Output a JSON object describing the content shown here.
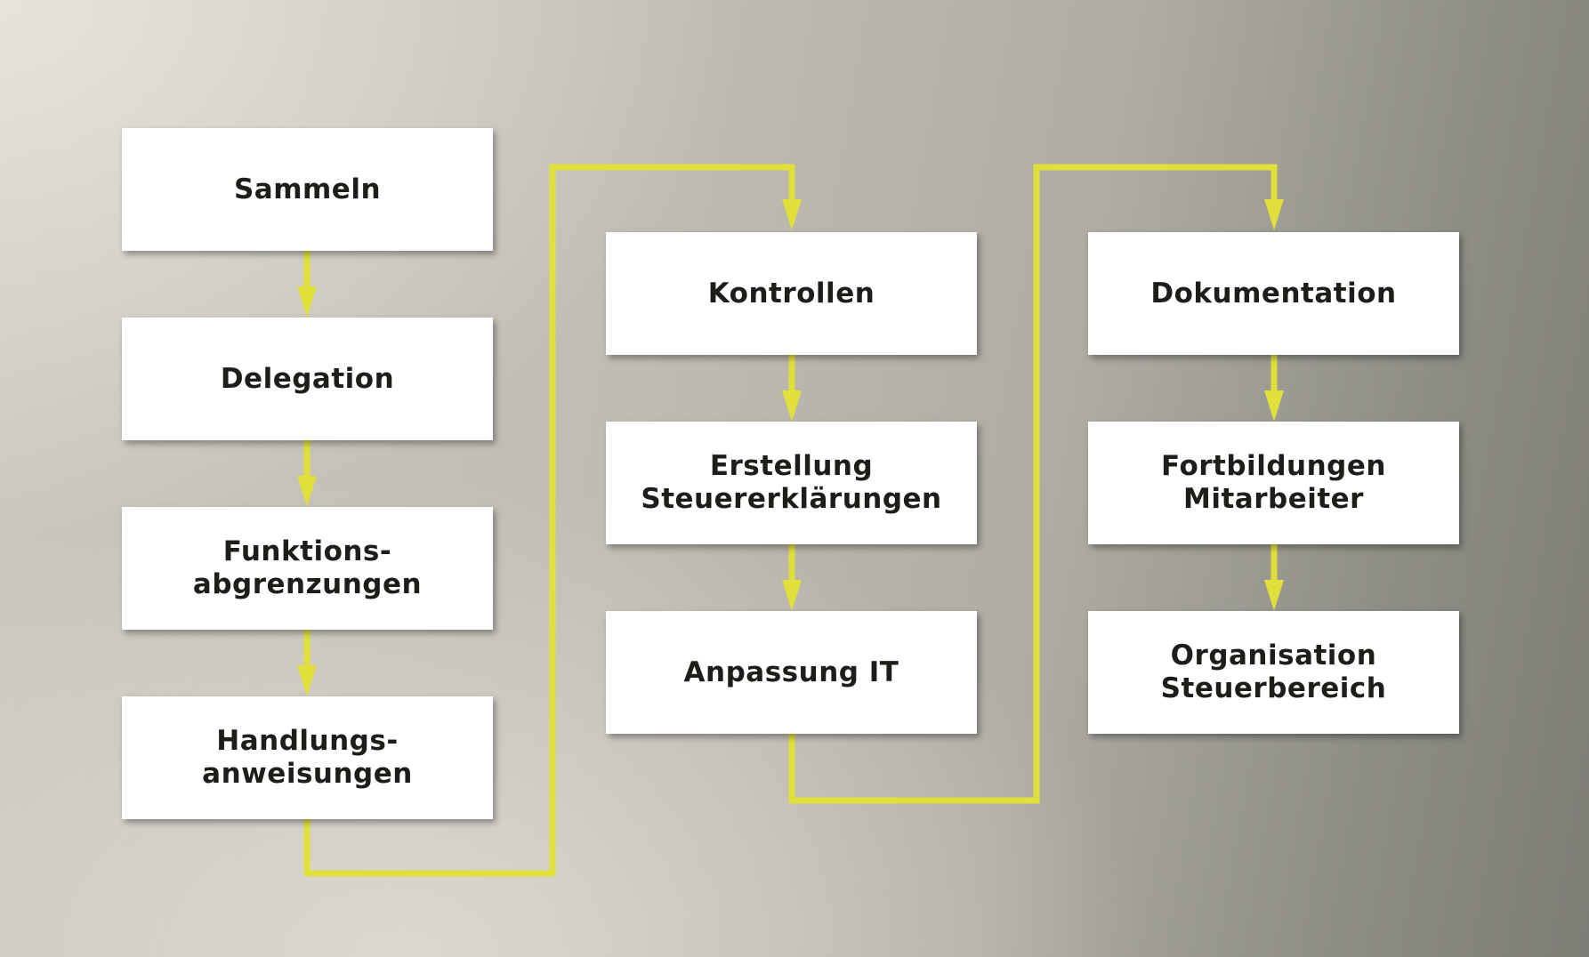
{
  "colors": {
    "connector": "#e1e03a",
    "box_fill": "#ffffff",
    "text": "#1f1d1a"
  },
  "columns": [
    {
      "steps": [
        {
          "label": "Sammeln"
        },
        {
          "label": "Delegation"
        },
        {
          "label": "Funktions-\nabgrenzungen"
        },
        {
          "label": "Handlungs-\nanweisungen"
        }
      ]
    },
    {
      "steps": [
        {
          "label": "Kontrollen"
        },
        {
          "label": "Erstellung\nSteuererklärungen"
        },
        {
          "label": "Anpassung IT"
        }
      ]
    },
    {
      "steps": [
        {
          "label": "Dokumentation"
        },
        {
          "label": "Fortbildungen\nMitarbeiter"
        },
        {
          "label": "Organisation\nSteuerbereich"
        }
      ]
    }
  ]
}
